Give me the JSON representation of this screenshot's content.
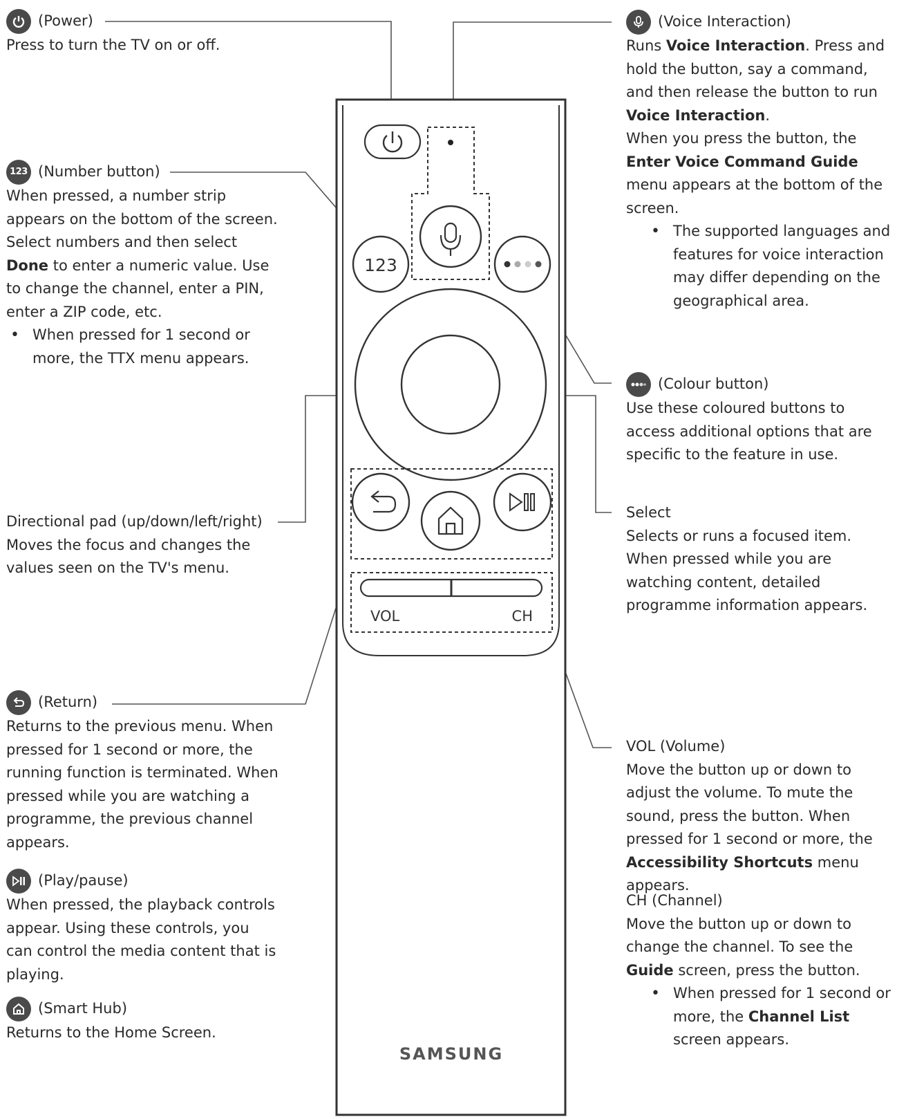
{
  "power": {
    "title": "(Power)",
    "desc": "Press to turn the TV on or off."
  },
  "number": {
    "title": "(Number button)",
    "badge": "123",
    "desc_a": "When pressed, a number strip appears on the bottom of the screen. Select numbers and then select ",
    "desc_b": "Done",
    "desc_c": " to enter a numeric value. Use to change the channel, enter a PIN, enter a ZIP code, etc.",
    "bullet": "When pressed for 1 second or more, the TTX menu appears."
  },
  "dpad": {
    "title": "Directional pad (up/down/left/right)",
    "desc": "Moves the focus and changes the values seen on the TV's menu."
  },
  "return": {
    "title": "(Return)",
    "desc": "Returns to the previous menu. When pressed for 1 second or more, the running function is terminated. When pressed while you are watching a programme, the previous channel appears."
  },
  "play": {
    "title": "(Play/pause)",
    "desc": "When pressed, the playback controls appear. Using these controls, you can control the media content that is playing."
  },
  "smarthub": {
    "title": "(Smart Hub)",
    "desc": "Returns to the Home Screen."
  },
  "voice": {
    "title": "(Voice Interaction)",
    "p1_a": "Runs ",
    "p1_b": "Voice Interaction",
    "p1_c": ". Press and hold the button, say a command, and then release the button to run ",
    "p1_d": "Voice Interaction",
    "p1_e": ".",
    "p2_a": "When you press the button, the ",
    "p2_b": "Enter Voice Command Guide",
    "p2_c": " menu appears at the bottom of the screen.",
    "bullet": "The supported languages and features for voice interaction may differ depending on the geographical area."
  },
  "colour": {
    "title": "(Colour button)",
    "desc": "Use these coloured buttons to access additional options that are specific to the feature in use."
  },
  "select": {
    "title": "Select",
    "desc": "Selects or runs a focused item. When pressed while you are watching content, detailed programme information appears."
  },
  "vol": {
    "title": "VOL (Volume)",
    "desc_a": "Move the button up or down to adjust the volume. To mute the sound, press the button. When pressed for 1 second or more, the ",
    "desc_b": "Accessibility Shortcuts",
    "desc_c": " menu appears."
  },
  "ch": {
    "title": "CH (Channel)",
    "desc_a": "Move the button up or down to change the channel. To see the ",
    "desc_b": "Guide",
    "desc_c": " screen, press the button.",
    "bullet_a": "When pressed for 1 second or more, the ",
    "bullet_b": "Channel List",
    "bullet_c": " screen appears."
  },
  "remote": {
    "number_label": "123",
    "vol_label": "VOL",
    "ch_label": "CH",
    "brand": "SAMSUNG"
  },
  "colors": {
    "ink": "#2a2a2a",
    "line": "#555555",
    "badge": "#4a4a4a"
  }
}
